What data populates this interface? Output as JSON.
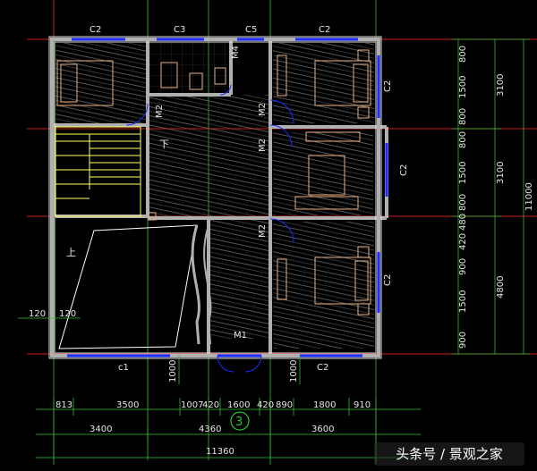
{
  "colors": {
    "background": "#000000",
    "wall": "#b0b0b0",
    "axis_red": "#d11b1b",
    "dim_green": "#2fbf2f",
    "window_blue": "#1a2cff",
    "furniture": "#e8b080",
    "text": "#e6e6e6",
    "yellow_text": "#ffff5a"
  },
  "windows_top": [
    "C2",
    "C3",
    "C5",
    "C2"
  ],
  "windows_right": [
    "C2",
    "C2",
    "C2"
  ],
  "doors": [
    "M4",
    "M2",
    "M2",
    "M2",
    "M2",
    "M1"
  ],
  "bottom_windows": [
    "c1",
    "C2"
  ],
  "left_dims": [
    "120",
    "120"
  ],
  "small_dims": [
    "1000",
    "1000"
  ],
  "right_dims_inner": [
    "800",
    "1500",
    "800",
    "800",
    "1500",
    "800",
    "480",
    "420",
    "900",
    "1500",
    "900"
  ],
  "right_dims_mid": [
    "3100",
    "3100",
    "4800"
  ],
  "right_dims_total": "11000",
  "bottom_dims_1": [
    "813",
    "3500",
    "1007",
    "420",
    "1600",
    "420",
    "890",
    "1800",
    "910"
  ],
  "bottom_dims_2": [
    "3400",
    "4360",
    "3600"
  ],
  "bottom_dims_total": "11360",
  "axis_number": "3",
  "stair_label": "下",
  "up_label": "上",
  "watermark": "头条号 / 景观之家"
}
